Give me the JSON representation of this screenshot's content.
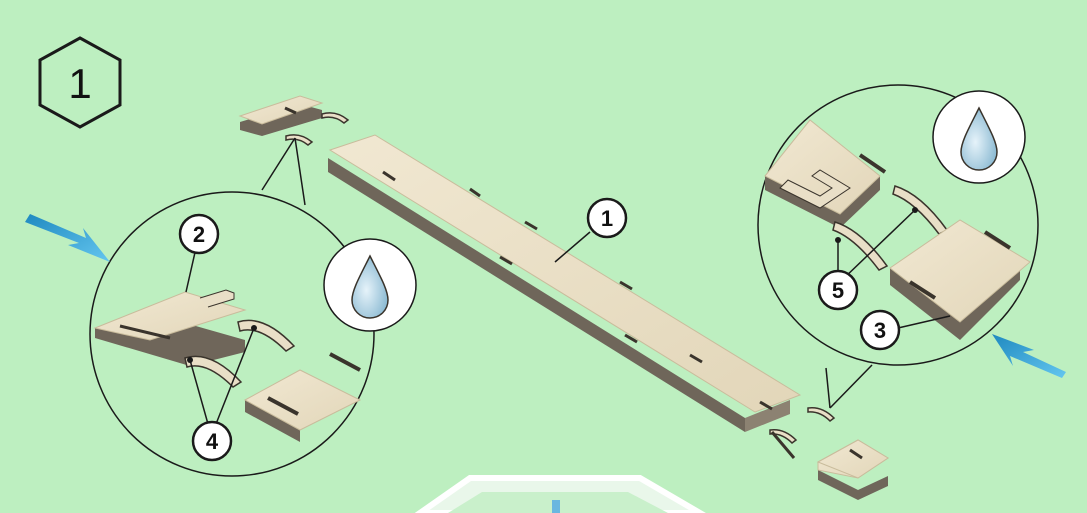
{
  "colors": {
    "background": "#bdefc0",
    "wood_top": "#e9dfc7",
    "wood_side": "#7a6f5f",
    "wood_dark": "#5a5146",
    "arrow_blue": "#3aa7d6",
    "outline": "#1a1a1a",
    "drop_fill": "#a9cfe0"
  },
  "step": {
    "number": "1",
    "shape": "hexagon"
  },
  "callouts": {
    "part_1": "1",
    "part_2": "2",
    "part_3": "3",
    "part_4": "4",
    "part_5": "5"
  },
  "icons": {
    "glue_drop": "water-drop-icon",
    "direction_arrow": "blue-arrow-icon"
  }
}
